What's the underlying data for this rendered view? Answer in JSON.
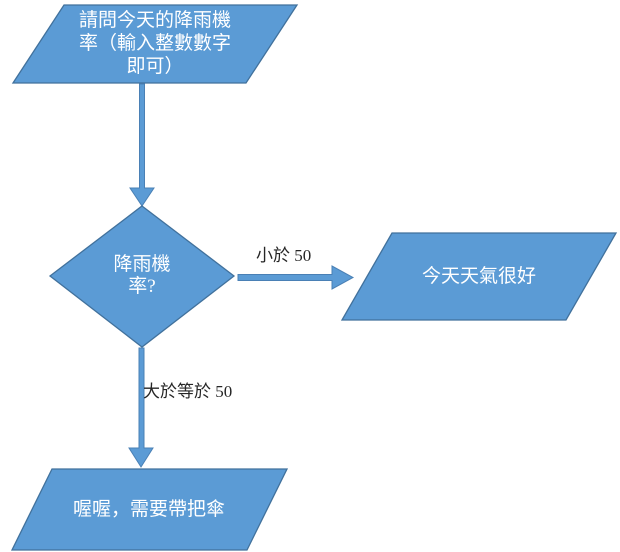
{
  "diagram": {
    "title": "rain-probability-flowchart",
    "background_color": "#ffffff",
    "accent_fill": "#5b9bd5",
    "accent_border": "#41719c",
    "node_text_color": "#ffffff",
    "edge_label_color": "#262626"
  },
  "nodes": {
    "input": {
      "type": "parallelogram",
      "text": "請問今天的降雨機率（輸入整數數字即可）",
      "lines": [
        "請問今天的降雨機",
        "率（輸入整數數字",
        "即可）"
      ]
    },
    "decision": {
      "type": "diamond",
      "text": "降雨機率?",
      "lines": [
        "降雨機",
        "率?"
      ]
    },
    "sunny": {
      "type": "parallelogram",
      "text": "今天天氣很好",
      "lines": [
        "今天天氣很好"
      ]
    },
    "umbrella": {
      "type": "parallelogram",
      "text": "喔喔，需要帶把傘",
      "lines": [
        "喔喔，需要帶把傘"
      ]
    }
  },
  "edges": {
    "input_to_decision": {
      "label": ""
    },
    "less_than": {
      "label": "小於 50"
    },
    "greater_equal": {
      "label": "大於等於 50"
    }
  }
}
